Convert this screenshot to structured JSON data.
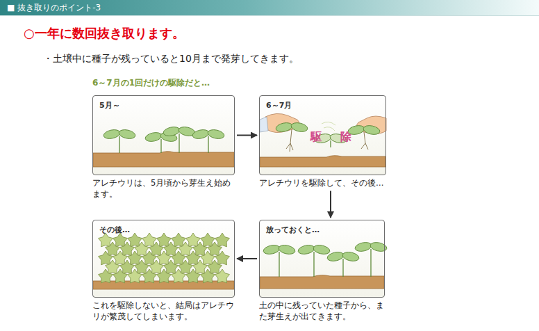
{
  "diagram": {
    "title": "■ 抜き取りのポイント-3",
    "nodes": [
      {
        "text": [
          "5月～",
          "アレチウリは、5月頃から芽生え始めます。"
        ]
      },
      {
        "text": [
          "6～7月",
          "アレチウリを駆除して、その後…"
        ]
      },
      {
        "text": [
          "放っておくと…",
          "土の中に残っていた種子から、また芽生えが出てきます。"
        ]
      },
      {
        "text": [
          "その後…",
          "これを駆除しないと、結局はアレチウリが繁茂してしまいます。"
        ]
      }
    ],
    "edges": [
      {
        "from": 0,
        "to": 1,
        "arrow": "to"
      },
      {
        "from": 1,
        "to": 2,
        "arrow": "to"
      },
      {
        "from": 2,
        "to": 3,
        "arrow": "to"
      }
    ],
    "labels": [
      "○一年に数回抜き取ります。",
      "・土壌中に種子が残っていると10月まで発芽してきます。",
      "6～7月の1回だけの駆除だと…",
      "駆",
      "除"
    ]
  }
}
